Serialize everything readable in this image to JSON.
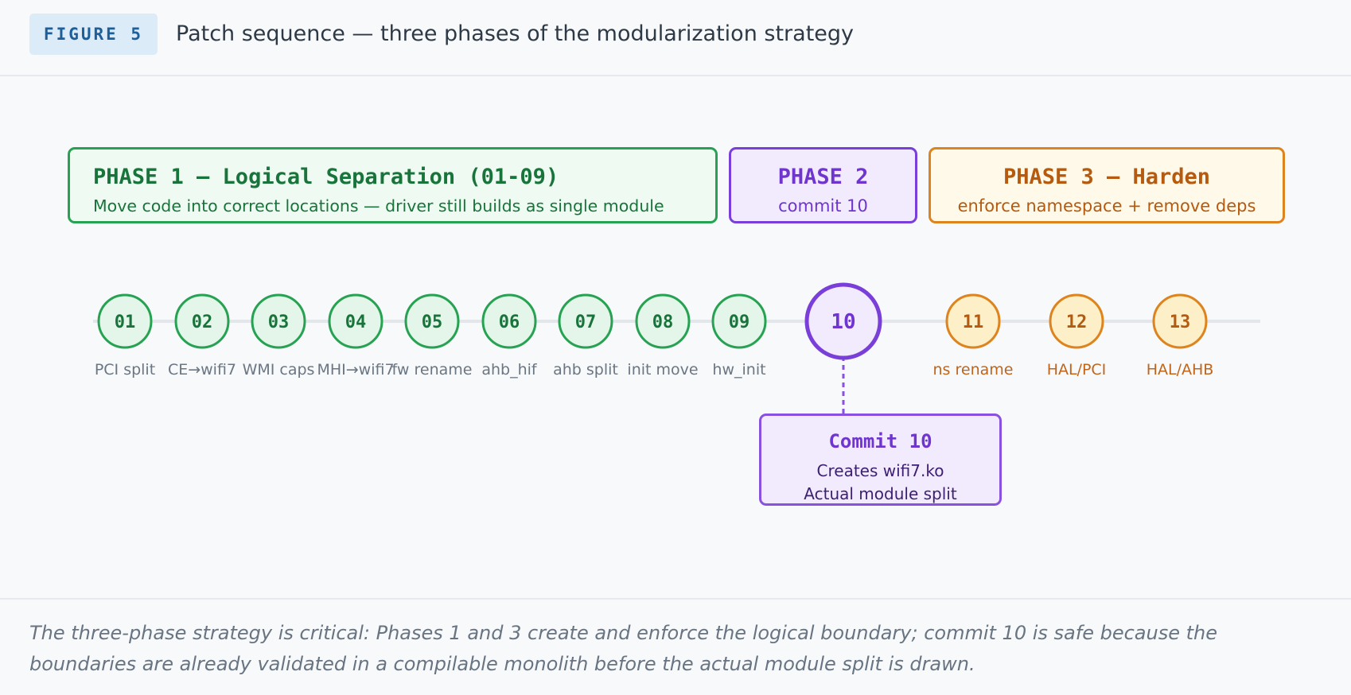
{
  "header": {
    "badge": "FIGURE 5",
    "title": "Patch sequence — three phases of the modularization strategy"
  },
  "phases": [
    {
      "title": "PHASE 1 — Logical Separation (01-09)",
      "subtitle": "Move code into correct locations — driver still builds as single module"
    },
    {
      "title": "PHASE 2",
      "subtitle": "commit 10"
    },
    {
      "title": "PHASE 3 — Harden",
      "subtitle": "enforce namespace + remove deps"
    }
  ],
  "colors": {
    "phase1": "#27a252",
    "phase2": "#7b3fd9",
    "phase3": "#dd841e"
  },
  "commits": [
    {
      "num": "01",
      "label": "PCI split",
      "phase": 1
    },
    {
      "num": "02",
      "label": "CE→wifi7",
      "phase": 1
    },
    {
      "num": "03",
      "label": "WMI caps",
      "phase": 1
    },
    {
      "num": "04",
      "label": "MHI→wifi7",
      "phase": 1
    },
    {
      "num": "05",
      "label": "fw rename",
      "phase": 1
    },
    {
      "num": "06",
      "label": "ahb_hif",
      "phase": 1
    },
    {
      "num": "07",
      "label": "ahb split",
      "phase": 1
    },
    {
      "num": "08",
      "label": "init move",
      "phase": 1
    },
    {
      "num": "09",
      "label": "hw_init",
      "phase": 1
    },
    {
      "num": "10",
      "label": "",
      "phase": 2
    },
    {
      "num": "11",
      "label": "ns rename",
      "phase": 3
    },
    {
      "num": "12",
      "label": "HAL/PCI",
      "phase": 3
    },
    {
      "num": "13",
      "label": "HAL/AHB",
      "phase": 3
    }
  ],
  "callout": {
    "title": "Commit 10",
    "line1": "Creates wifi7.ko",
    "line2": "Actual module split"
  },
  "caption": "The three-phase strategy is critical: Phases 1 and 3 create and enforce the logical boundary; commit 10 is safe because the boundaries are already validated in a compilable monolith before the actual module split is drawn."
}
